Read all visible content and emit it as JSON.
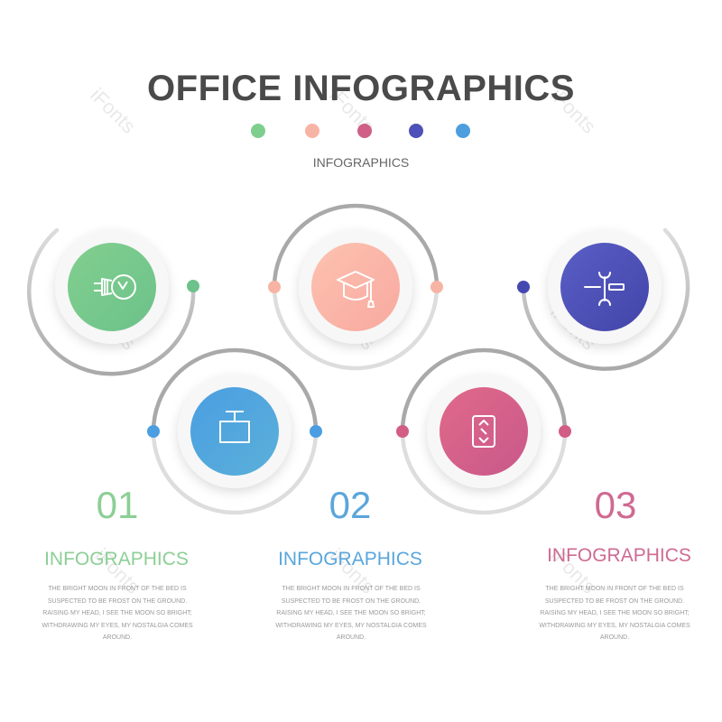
{
  "header": {
    "title": "OFFICE INFOGRAPHICS",
    "subtitle": "INFOGRAPHICS",
    "dot_colors": [
      "#7ecf8e",
      "#f7b4a4",
      "#cf5f86",
      "#4e51b8",
      "#4d9edf"
    ]
  },
  "nodes": [
    {
      "icon": "lightbulb-icon",
      "gradient": [
        "#82cf8f",
        "#6cc28a"
      ],
      "dot": "#6cc28a"
    },
    {
      "icon": "graduation-cap-icon",
      "gradient": [
        "#fdc2b0",
        "#f8a9a0"
      ],
      "dot": "#f7b4a4"
    },
    {
      "icon": "tools-icon",
      "gradient": [
        "#5a5fc6",
        "#4244a8"
      ],
      "dot": "#4548b0"
    },
    {
      "icon": "projector-icon",
      "gradient": [
        "#4b9ee2",
        "#5ab0d9"
      ],
      "dot": "#4b9ee2"
    },
    {
      "icon": "transfer-card-icon",
      "gradient": [
        "#e06a8a",
        "#c9588a"
      ],
      "dot": "#d25d85"
    }
  ],
  "sections": [
    {
      "number": "01",
      "title": "INFOGRAPHICS",
      "color": "#8ccf95",
      "lines": [
        "THE BRIGHT MOON IN FRONT OF THE BED IS",
        "SUSPECTED TO BE FROST ON THE GROUND.",
        "RAISING MY HEAD, I SEE THE MOON SO BRIGHT;",
        "WITHDRAWING MY EYES, MY NOSTALGIA COMES",
        "AROUND."
      ]
    },
    {
      "number": "02",
      "title": "INFOGRAPHICS",
      "color": "#5aa6dc",
      "lines": [
        "THE BRIGHT MOON IN FRONT OF THE BED IS",
        "SUSPECTED TO BE FROST ON THE GROUND.",
        "RAISING MY HEAD, I SEE THE MOON SO BRIGHT;",
        "WITHDRAWING MY EYES, MY NOSTALGIA COMES",
        "AROUND."
      ]
    },
    {
      "number": "03",
      "title": "INFOGRAPHICS",
      "color": "#cf6a92",
      "lines": [
        "THE BRIGHT MOON IN FRONT OF THE BED IS",
        "SUSPECTED TO BE FROST ON THE GROUND.",
        "RAISING MY HEAD, I SEE THE MOON SO BRIGHT;",
        "WITHDRAWING MY EYES, MY NOSTALGIA COMES",
        "AROUND."
      ]
    }
  ],
  "watermark": "iFonts"
}
